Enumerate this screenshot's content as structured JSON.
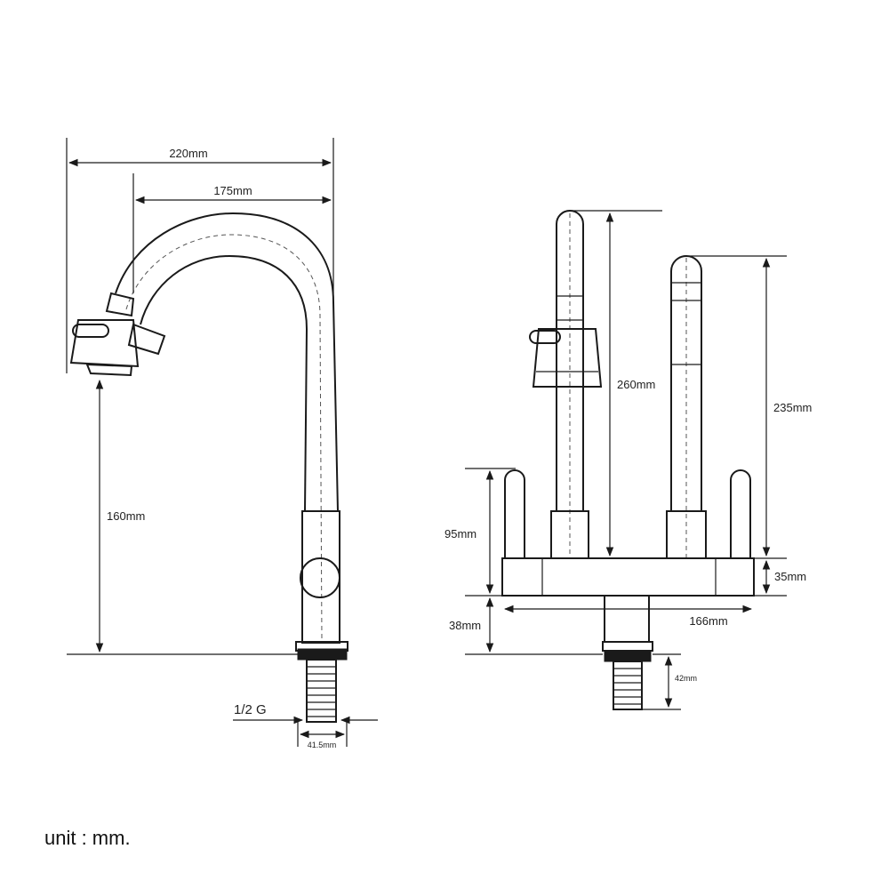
{
  "side_view": {
    "total_width": "220mm",
    "spout_reach": "175mm",
    "spout_height": "160mm",
    "thread": "1/2 G",
    "thread_width": "41.5mm"
  },
  "front_view": {
    "spout_height": "260mm",
    "handle_height": "235mm",
    "lever_height": "95mm",
    "base_height": "35mm",
    "below_base": "38mm",
    "base_width": "166mm",
    "shank_length": "42mm"
  },
  "unit_note": "unit : mm."
}
